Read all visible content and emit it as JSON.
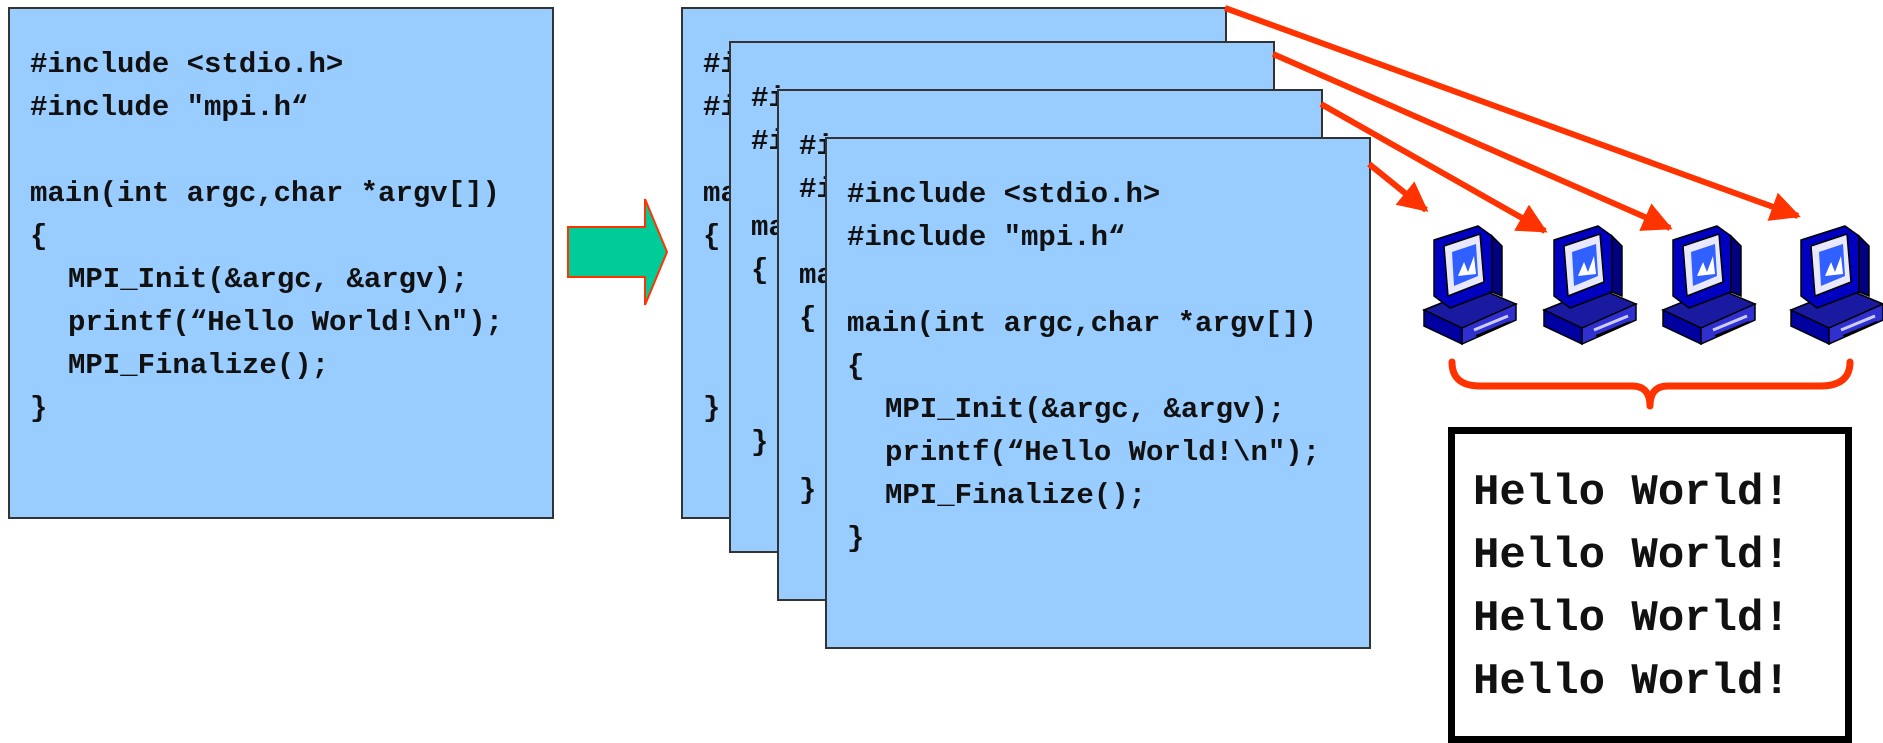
{
  "source_code": {
    "lines": [
      "#include <stdio.h>",
      "#include \"mpi.h“",
      "",
      "main(int argc,char *argv[])",
      "{",
      "MPI_Init(&argc, &argv);",
      "printf(“Hello World!\\n\");",
      "MPI_Finalize();",
      "}"
    ]
  },
  "process_copies": [
    {
      "visible_prefix": [
        "#i",
        "#i",
        "",
        "ma",
        "{",
        "",
        "",
        "",
        "}"
      ]
    },
    {
      "visible_prefix": [
        "#i",
        "#i",
        "",
        "ma",
        "{",
        "",
        "",
        "",
        "}"
      ]
    },
    {
      "visible_prefix": [
        "#i",
        "#i",
        "",
        "ma",
        "{",
        "",
        "",
        "",
        "}"
      ]
    }
  ],
  "front_copy": {
    "lines": [
      "#include <stdio.h>",
      "#include \"mpi.h“",
      "",
      "main(int argc,char *argv[])",
      "{",
      "MPI_Init(&argc, &argv);",
      "printf(“Hello World!\\n\");",
      "MPI_Finalize();",
      "}"
    ]
  },
  "computers": [
    {
      "icon": "computer-icon"
    },
    {
      "icon": "computer-icon"
    },
    {
      "icon": "computer-icon"
    },
    {
      "icon": "computer-icon"
    }
  ],
  "output": {
    "lines": [
      "Hello World!",
      "Hello World!",
      "Hello World!",
      "Hello World!"
    ]
  },
  "colors": {
    "code_box_bg": "#99ccff",
    "arrow_fill": "#00cc99",
    "arrow_stroke": "#ff3300",
    "link_arrows": "#ff3300",
    "brace": "#ff3300"
  }
}
